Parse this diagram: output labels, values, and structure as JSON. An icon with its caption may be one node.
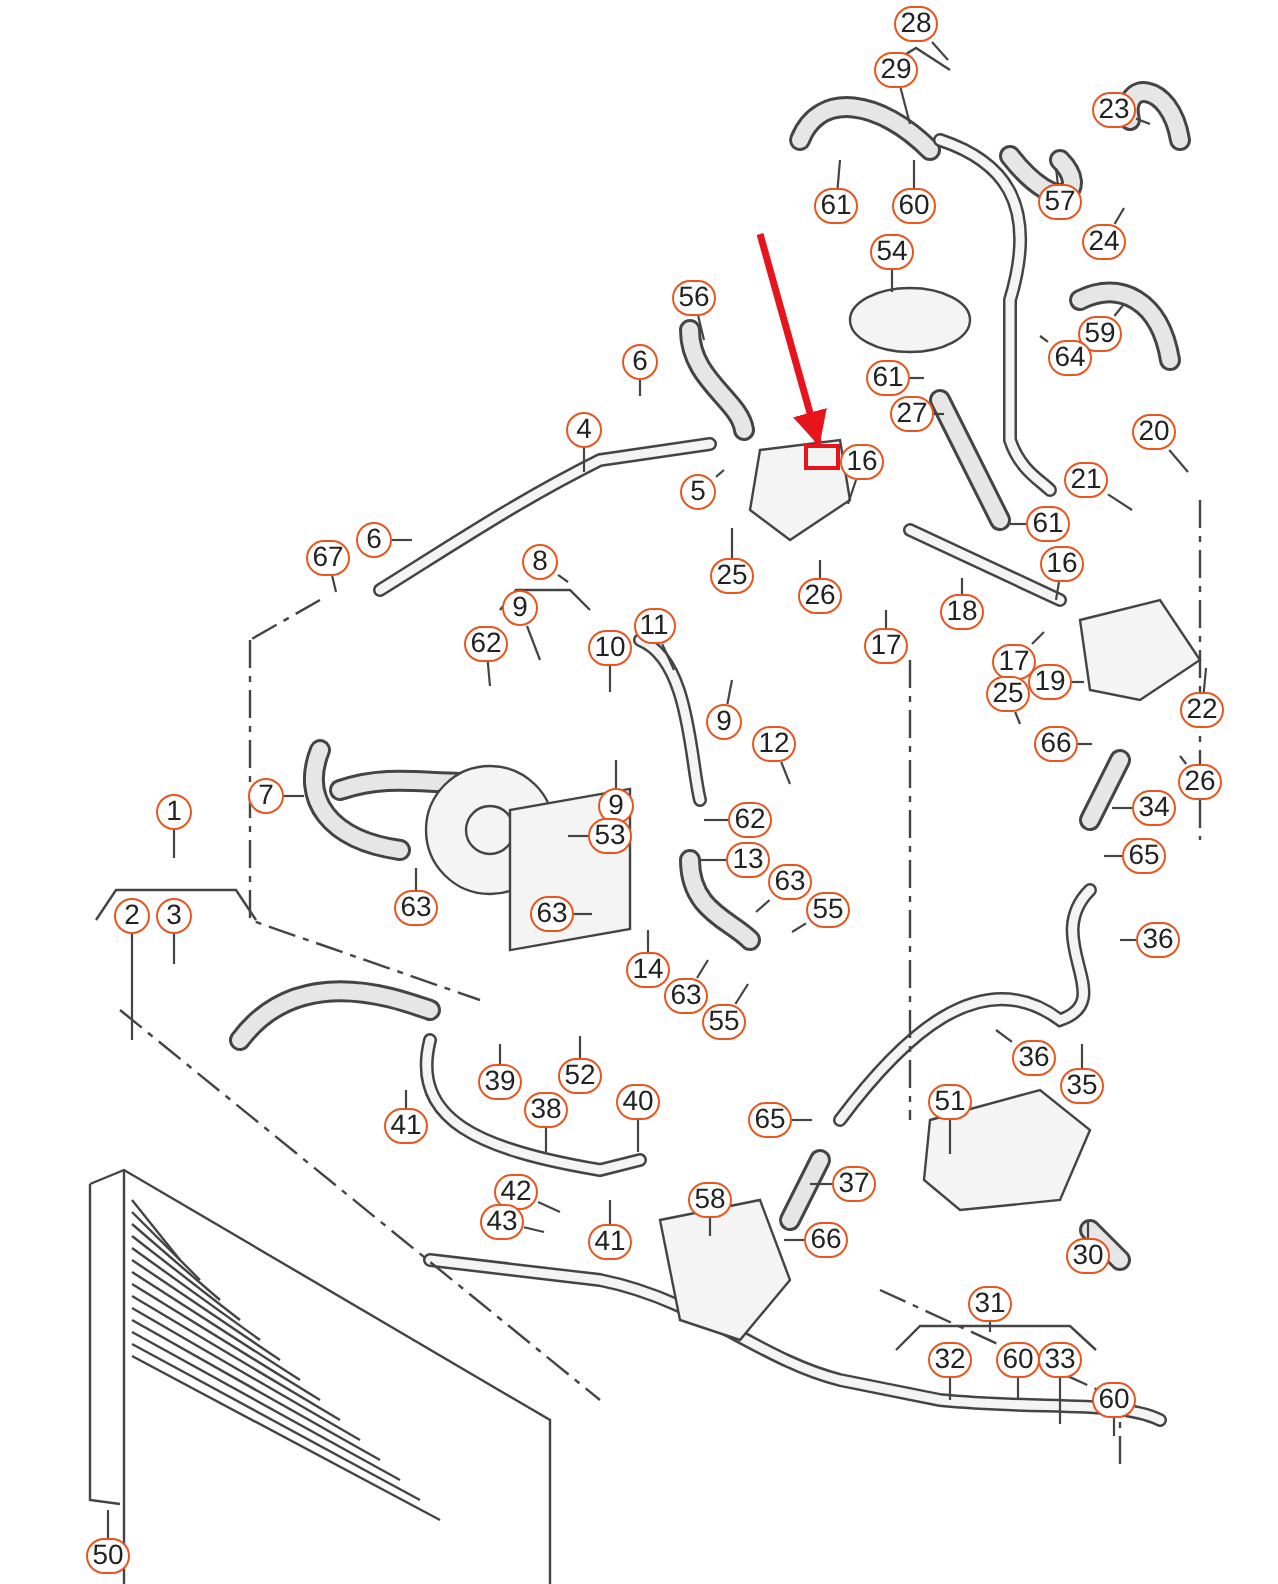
{
  "diagram": {
    "nodes": [
      {
        "text": [
          "28"
        ]
      },
      {
        "text": [
          "29"
        ]
      },
      {
        "text": [
          "61"
        ]
      },
      {
        "text": [
          "60"
        ]
      },
      {
        "text": [
          "23"
        ]
      },
      {
        "text": [
          "57"
        ]
      },
      {
        "text": [
          "24"
        ]
      },
      {
        "text": [
          "54"
        ]
      },
      {
        "text": [
          "56"
        ]
      },
      {
        "text": [
          "6"
        ]
      },
      {
        "text": [
          "59"
        ]
      },
      {
        "text": [
          "64"
        ]
      },
      {
        "text": [
          "61"
        ]
      },
      {
        "text": [
          "27"
        ]
      },
      {
        "text": [],
        "shape": "box"
      },
      {
        "text": [
          "20"
        ]
      },
      {
        "text": [
          "16"
        ]
      },
      {
        "text": [
          "21"
        ]
      },
      {
        "text": [
          "4"
        ]
      },
      {
        "text": [
          "5"
        ]
      },
      {
        "text": [
          "25"
        ]
      },
      {
        "text": [
          "26"
        ]
      },
      {
        "text": [
          "18"
        ]
      },
      {
        "text": [
          "61"
        ]
      },
      {
        "text": [
          "16"
        ]
      },
      {
        "text": [
          "6"
        ]
      },
      {
        "text": [
          "67"
        ]
      },
      {
        "text": [
          "8"
        ]
      },
      {
        "text": [
          "9"
        ]
      },
      {
        "text": [
          "62"
        ]
      },
      {
        "text": [
          "10"
        ]
      },
      {
        "text": [
          "11"
        ]
      },
      {
        "text": [
          "17"
        ]
      },
      {
        "text": [
          "17"
        ]
      },
      {
        "text": [
          "19"
        ]
      },
      {
        "text": [
          "25"
        ]
      },
      {
        "text": [
          "22"
        ]
      },
      {
        "text": [
          "66"
        ]
      },
      {
        "text": [
          "26"
        ]
      },
      {
        "text": [
          "9"
        ]
      },
      {
        "text": [
          "12"
        ]
      },
      {
        "text": [
          "7"
        ]
      },
      {
        "text": [
          "9"
        ]
      },
      {
        "text": [
          "62"
        ]
      },
      {
        "text": [
          "53"
        ]
      },
      {
        "text": [
          "34"
        ]
      },
      {
        "text": [
          "13"
        ]
      },
      {
        "text": [
          "65"
        ]
      },
      {
        "text": [
          "63"
        ]
      },
      {
        "text": [
          "55"
        ]
      },
      {
        "text": [
          "1"
        ]
      },
      {
        "text": [
          "63"
        ]
      },
      {
        "text": [
          "63"
        ]
      },
      {
        "text": [
          "2"
        ]
      },
      {
        "text": [
          "3"
        ]
      },
      {
        "text": [
          "36"
        ]
      },
      {
        "text": [
          "14"
        ]
      },
      {
        "text": [
          "63"
        ]
      },
      {
        "text": [
          "55"
        ]
      },
      {
        "text": [
          "36"
        ]
      },
      {
        "text": [
          "52"
        ]
      },
      {
        "text": [
          "39"
        ]
      },
      {
        "text": [
          "35"
        ]
      },
      {
        "text": [
          "51"
        ]
      },
      {
        "text": [
          "40"
        ]
      },
      {
        "text": [
          "38"
        ]
      },
      {
        "text": [
          "65"
        ]
      },
      {
        "text": [
          "41"
        ]
      },
      {
        "text": [
          "37"
        ]
      },
      {
        "text": [
          "42"
        ]
      },
      {
        "text": [
          "58"
        ]
      },
      {
        "text": [
          "43"
        ]
      },
      {
        "text": [
          "66"
        ]
      },
      {
        "text": [
          "41"
        ]
      },
      {
        "text": [
          "30"
        ]
      },
      {
        "text": [
          "31"
        ]
      },
      {
        "text": [
          "32"
        ]
      },
      {
        "text": [
          "60"
        ]
      },
      {
        "text": [
          "33"
        ]
      },
      {
        "text": [
          "60"
        ]
      },
      {
        "text": [
          "50"
        ]
      }
    ],
    "edges": [
      {
        "from": 0,
        "to": null,
        "arrow": "none"
      },
      {
        "from": 1,
        "to": null,
        "arrow": "none"
      },
      {
        "from": 2,
        "to": null,
        "arrow": "none"
      },
      {
        "from": 3,
        "to": null,
        "arrow": "none"
      },
      {
        "from": 4,
        "to": null,
        "arrow": "none"
      },
      {
        "from": 5,
        "to": null,
        "arrow": "none"
      },
      {
        "from": 6,
        "to": null,
        "arrow": "none"
      },
      {
        "from": 7,
        "to": null,
        "arrow": "none"
      },
      {
        "from": 8,
        "to": null,
        "arrow": "none"
      },
      {
        "from": 9,
        "to": null,
        "arrow": "none"
      },
      {
        "from": 10,
        "to": null,
        "arrow": "none"
      },
      {
        "from": 11,
        "to": null,
        "arrow": "none"
      },
      {
        "from": 12,
        "to": null,
        "arrow": "none"
      },
      {
        "from": 13,
        "to": null,
        "arrow": "none"
      },
      {
        "from": null,
        "to": 14,
        "arrow": "to",
        "style": "thick",
        "color": "#e8141b"
      },
      {
        "from": 15,
        "to": null,
        "arrow": "none"
      },
      {
        "from": 16,
        "to": null,
        "arrow": "none"
      },
      {
        "from": 17,
        "to": null,
        "arrow": "none"
      },
      {
        "from": 18,
        "to": null,
        "arrow": "none"
      },
      {
        "from": 19,
        "to": null,
        "arrow": "none"
      },
      {
        "from": 20,
        "to": null,
        "arrow": "none"
      },
      {
        "from": 21,
        "to": null,
        "arrow": "none"
      },
      {
        "from": 22,
        "to": null,
        "arrow": "none"
      },
      {
        "from": 23,
        "to": null,
        "arrow": "none"
      },
      {
        "from": 24,
        "to": null,
        "arrow": "none"
      },
      {
        "from": 25,
        "to": null,
        "arrow": "none"
      },
      {
        "from": 26,
        "to": null,
        "arrow": "none"
      },
      {
        "from": 27,
        "to": null,
        "arrow": "none"
      },
      {
        "from": 28,
        "to": null,
        "arrow": "none"
      },
      {
        "from": 29,
        "to": null,
        "arrow": "none"
      },
      {
        "from": 30,
        "to": null,
        "arrow": "none"
      },
      {
        "from": 31,
        "to": null,
        "arrow": "none"
      },
      {
        "from": 32,
        "to": null,
        "arrow": "none"
      },
      {
        "from": 33,
        "to": null,
        "arrow": "none"
      },
      {
        "from": 34,
        "to": null,
        "arrow": "none"
      },
      {
        "from": 35,
        "to": null,
        "arrow": "none"
      },
      {
        "from": 36,
        "to": null,
        "arrow": "none"
      },
      {
        "from": 37,
        "to": null,
        "arrow": "none"
      },
      {
        "from": 38,
        "to": null,
        "arrow": "none"
      },
      {
        "from": 39,
        "to": null,
        "arrow": "none"
      },
      {
        "from": 40,
        "to": null,
        "arrow": "none"
      },
      {
        "from": 41,
        "to": null,
        "arrow": "none"
      },
      {
        "from": 42,
        "to": null,
        "arrow": "none"
      },
      {
        "from": 43,
        "to": null,
        "arrow": "none"
      },
      {
        "from": 44,
        "to": null,
        "arrow": "none"
      },
      {
        "from": 45,
        "to": null,
        "arrow": "none"
      },
      {
        "from": 46,
        "to": null,
        "arrow": "none"
      },
      {
        "from": 47,
        "to": null,
        "arrow": "none"
      },
      {
        "from": 48,
        "to": null,
        "arrow": "none"
      },
      {
        "from": 49,
        "to": null,
        "arrow": "none"
      },
      {
        "from": 50,
        "to": null,
        "arrow": "none"
      },
      {
        "from": 51,
        "to": null,
        "arrow": "none"
      },
      {
        "from": 52,
        "to": null,
        "arrow": "none"
      },
      {
        "from": 53,
        "to": null,
        "arrow": "none"
      },
      {
        "from": 54,
        "to": null,
        "arrow": "none"
      },
      {
        "from": 55,
        "to": null,
        "arrow": "none"
      },
      {
        "from": 56,
        "to": null,
        "arrow": "none"
      },
      {
        "from": 57,
        "to": null,
        "arrow": "none"
      },
      {
        "from": 58,
        "to": null,
        "arrow": "none"
      },
      {
        "from": 59,
        "to": null,
        "arrow": "none"
      },
      {
        "from": 60,
        "to": null,
        "arrow": "none"
      },
      {
        "from": 61,
        "to": null,
        "arrow": "none"
      },
      {
        "from": 62,
        "to": null,
        "arrow": "none"
      },
      {
        "from": 63,
        "to": null,
        "arrow": "none"
      },
      {
        "from": 64,
        "to": null,
        "arrow": "none"
      },
      {
        "from": 65,
        "to": null,
        "arrow": "none"
      },
      {
        "from": 66,
        "to": null,
        "arrow": "none"
      },
      {
        "from": 67,
        "to": null,
        "arrow": "none"
      },
      {
        "from": 68,
        "to": null,
        "arrow": "none"
      },
      {
        "from": 69,
        "to": null,
        "arrow": "none"
      },
      {
        "from": 70,
        "to": null,
        "arrow": "none"
      },
      {
        "from": 71,
        "to": null,
        "arrow": "none"
      },
      {
        "from": 72,
        "to": null,
        "arrow": "none"
      },
      {
        "from": 73,
        "to": null,
        "arrow": "none"
      },
      {
        "from": 74,
        "to": null,
        "arrow": "none"
      },
      {
        "from": 75,
        "to": null,
        "arrow": "none"
      },
      {
        "from": 76,
        "to": null,
        "arrow": "none"
      },
      {
        "from": 77,
        "to": null,
        "arrow": "none"
      },
      {
        "from": 78,
        "to": null,
        "arrow": "none"
      },
      {
        "from": 79,
        "to": null,
        "arrow": "none"
      },
      {
        "from": 80,
        "to": null,
        "arrow": "none"
      }
    ]
  }
}
